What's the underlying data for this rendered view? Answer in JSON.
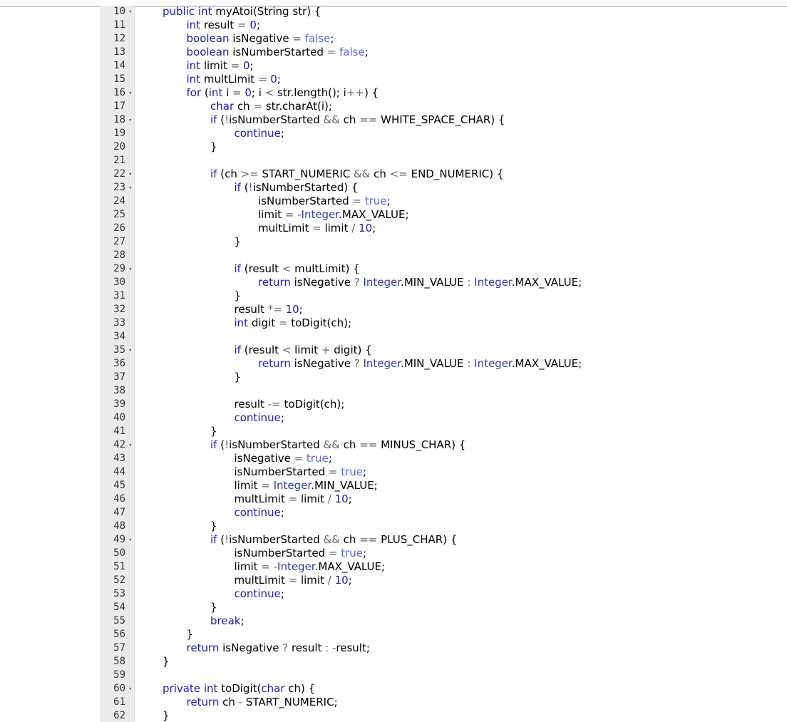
{
  "lines": [
    {
      "n": "10",
      "fold": true,
      "indent": 0,
      "tokens": [
        [
          "kw",
          "public "
        ],
        [
          "kw",
          "int "
        ],
        [
          "t",
          "myAtoi(String str) {"
        ]
      ]
    },
    {
      "n": "11",
      "fold": false,
      "indent": 1,
      "tokens": [
        [
          "kw",
          "int "
        ],
        [
          "t",
          "result "
        ],
        [
          "op",
          "= "
        ],
        [
          "num",
          "0"
        ],
        [
          "t",
          ";"
        ]
      ]
    },
    {
      "n": "12",
      "fold": false,
      "indent": 1,
      "tokens": [
        [
          "kw",
          "boolean "
        ],
        [
          "t",
          "isNegative "
        ],
        [
          "op",
          "= "
        ],
        [
          "lit",
          "false"
        ],
        [
          "t",
          ";"
        ]
      ]
    },
    {
      "n": "13",
      "fold": false,
      "indent": 1,
      "tokens": [
        [
          "kw",
          "boolean "
        ],
        [
          "t",
          "isNumberStarted "
        ],
        [
          "op",
          "= "
        ],
        [
          "lit",
          "false"
        ],
        [
          "t",
          ";"
        ]
      ]
    },
    {
      "n": "14",
      "fold": false,
      "indent": 1,
      "tokens": [
        [
          "kw",
          "int "
        ],
        [
          "t",
          "limit "
        ],
        [
          "op",
          "= "
        ],
        [
          "num",
          "0"
        ],
        [
          "t",
          ";"
        ]
      ]
    },
    {
      "n": "15",
      "fold": false,
      "indent": 1,
      "tokens": [
        [
          "kw",
          "int "
        ],
        [
          "t",
          "multLimit "
        ],
        [
          "op",
          "= "
        ],
        [
          "num",
          "0"
        ],
        [
          "t",
          ";"
        ]
      ]
    },
    {
      "n": "16",
      "fold": true,
      "indent": 1,
      "tokens": [
        [
          "kw",
          "for "
        ],
        [
          "t",
          "("
        ],
        [
          "kw",
          "int "
        ],
        [
          "t",
          "i "
        ],
        [
          "op",
          "= "
        ],
        [
          "num",
          "0"
        ],
        [
          "t",
          "; i "
        ],
        [
          "op",
          "< "
        ],
        [
          "t",
          "str.length(); i"
        ],
        [
          "op",
          "++"
        ],
        [
          "t",
          ") {"
        ]
      ]
    },
    {
      "n": "17",
      "fold": false,
      "indent": 2,
      "tokens": [
        [
          "kw",
          "char "
        ],
        [
          "t",
          "ch "
        ],
        [
          "op",
          "= "
        ],
        [
          "t",
          "str.charAt(i);"
        ]
      ]
    },
    {
      "n": "18",
      "fold": true,
      "indent": 2,
      "tokens": [
        [
          "kw",
          "if "
        ],
        [
          "t",
          "("
        ],
        [
          "op",
          "!"
        ],
        [
          "t",
          "isNumberStarted "
        ],
        [
          "op",
          "&& "
        ],
        [
          "t",
          "ch "
        ],
        [
          "op",
          "== "
        ],
        [
          "t",
          "WHITE_SPACE_CHAR) {"
        ]
      ]
    },
    {
      "n": "19",
      "fold": false,
      "indent": 3,
      "tokens": [
        [
          "kw",
          "continue"
        ],
        [
          "t",
          ";"
        ]
      ]
    },
    {
      "n": "20",
      "fold": false,
      "indent": 2,
      "tokens": [
        [
          "t",
          "}"
        ]
      ]
    },
    {
      "n": "21",
      "fold": false,
      "indent": 0,
      "tokens": []
    },
    {
      "n": "22",
      "fold": true,
      "indent": 2,
      "tokens": [
        [
          "kw",
          "if "
        ],
        [
          "t",
          "(ch "
        ],
        [
          "op",
          ">= "
        ],
        [
          "t",
          "START_NUMERIC "
        ],
        [
          "op",
          "&& "
        ],
        [
          "t",
          "ch "
        ],
        [
          "op",
          "<= "
        ],
        [
          "t",
          "END_NUMERIC) {"
        ]
      ]
    },
    {
      "n": "23",
      "fold": true,
      "indent": 3,
      "tokens": [
        [
          "kw",
          "if "
        ],
        [
          "t",
          "("
        ],
        [
          "op",
          "!"
        ],
        [
          "t",
          "isNumberStarted) {"
        ]
      ]
    },
    {
      "n": "24",
      "fold": false,
      "indent": 4,
      "tokens": [
        [
          "t",
          "isNumberStarted "
        ],
        [
          "op",
          "= "
        ],
        [
          "lit",
          "true"
        ],
        [
          "t",
          ";"
        ]
      ]
    },
    {
      "n": "25",
      "fold": false,
      "indent": 4,
      "tokens": [
        [
          "t",
          "limit "
        ],
        [
          "op",
          "= -"
        ],
        [
          "cls",
          "Integer"
        ],
        [
          "t",
          ".MAX_VALUE;"
        ]
      ]
    },
    {
      "n": "26",
      "fold": false,
      "indent": 4,
      "tokens": [
        [
          "t",
          "multLimit "
        ],
        [
          "op",
          "= "
        ],
        [
          "t",
          "limit "
        ],
        [
          "op",
          "/ "
        ],
        [
          "num",
          "10"
        ],
        [
          "t",
          ";"
        ]
      ]
    },
    {
      "n": "27",
      "fold": false,
      "indent": 3,
      "tokens": [
        [
          "t",
          "}"
        ]
      ]
    },
    {
      "n": "28",
      "fold": false,
      "indent": 0,
      "tokens": []
    },
    {
      "n": "29",
      "fold": true,
      "indent": 3,
      "tokens": [
        [
          "kw",
          "if "
        ],
        [
          "t",
          "(result "
        ],
        [
          "op",
          "< "
        ],
        [
          "t",
          "multLimit) {"
        ]
      ]
    },
    {
      "n": "30",
      "fold": false,
      "indent": 4,
      "tokens": [
        [
          "kw",
          "return "
        ],
        [
          "t",
          "isNegative "
        ],
        [
          "op",
          "? "
        ],
        [
          "cls",
          "Integer"
        ],
        [
          "t",
          ".MIN_VALUE "
        ],
        [
          "op",
          ": "
        ],
        [
          "cls",
          "Integer"
        ],
        [
          "t",
          ".MAX_VALUE;"
        ]
      ]
    },
    {
      "n": "31",
      "fold": false,
      "indent": 3,
      "tokens": [
        [
          "t",
          "}"
        ]
      ]
    },
    {
      "n": "32",
      "fold": false,
      "indent": 3,
      "tokens": [
        [
          "t",
          "result "
        ],
        [
          "op",
          "*= "
        ],
        [
          "num",
          "10"
        ],
        [
          "t",
          ";"
        ]
      ]
    },
    {
      "n": "33",
      "fold": false,
      "indent": 3,
      "tokens": [
        [
          "kw",
          "int "
        ],
        [
          "t",
          "digit "
        ],
        [
          "op",
          "= "
        ],
        [
          "t",
          "toDigit(ch);"
        ]
      ]
    },
    {
      "n": "34",
      "fold": false,
      "indent": 0,
      "tokens": []
    },
    {
      "n": "35",
      "fold": true,
      "indent": 3,
      "tokens": [
        [
          "kw",
          "if "
        ],
        [
          "t",
          "(result "
        ],
        [
          "op",
          "< "
        ],
        [
          "t",
          "limit "
        ],
        [
          "op",
          "+ "
        ],
        [
          "t",
          "digit) {"
        ]
      ]
    },
    {
      "n": "36",
      "fold": false,
      "indent": 4,
      "tokens": [
        [
          "kw",
          "return "
        ],
        [
          "t",
          "isNegative "
        ],
        [
          "op",
          "? "
        ],
        [
          "cls",
          "Integer"
        ],
        [
          "t",
          ".MIN_VALUE "
        ],
        [
          "op",
          ": "
        ],
        [
          "cls",
          "Integer"
        ],
        [
          "t",
          ".MAX_VALUE;"
        ]
      ]
    },
    {
      "n": "37",
      "fold": false,
      "indent": 3,
      "tokens": [
        [
          "t",
          "}"
        ]
      ]
    },
    {
      "n": "38",
      "fold": false,
      "indent": 0,
      "tokens": []
    },
    {
      "n": "39",
      "fold": false,
      "indent": 3,
      "tokens": [
        [
          "t",
          "result "
        ],
        [
          "op",
          "-= "
        ],
        [
          "t",
          "toDigit(ch);"
        ]
      ]
    },
    {
      "n": "40",
      "fold": false,
      "indent": 3,
      "tokens": [
        [
          "kw",
          "continue"
        ],
        [
          "t",
          ";"
        ]
      ]
    },
    {
      "n": "41",
      "fold": false,
      "indent": 2,
      "tokens": [
        [
          "t",
          "}"
        ]
      ]
    },
    {
      "n": "42",
      "fold": true,
      "indent": 2,
      "tokens": [
        [
          "kw",
          "if "
        ],
        [
          "t",
          "("
        ],
        [
          "op",
          "!"
        ],
        [
          "t",
          "isNumberStarted "
        ],
        [
          "op",
          "&& "
        ],
        [
          "t",
          "ch "
        ],
        [
          "op",
          "== "
        ],
        [
          "t",
          "MINUS_CHAR) {"
        ]
      ]
    },
    {
      "n": "43",
      "fold": false,
      "indent": 3,
      "tokens": [
        [
          "t",
          "isNegative "
        ],
        [
          "op",
          "= "
        ],
        [
          "lit",
          "true"
        ],
        [
          "t",
          ";"
        ]
      ]
    },
    {
      "n": "44",
      "fold": false,
      "indent": 3,
      "tokens": [
        [
          "t",
          "isNumberStarted "
        ],
        [
          "op",
          "= "
        ],
        [
          "lit",
          "true"
        ],
        [
          "t",
          ";"
        ]
      ]
    },
    {
      "n": "45",
      "fold": false,
      "indent": 3,
      "tokens": [
        [
          "t",
          "limit "
        ],
        [
          "op",
          "= "
        ],
        [
          "cls",
          "Integer"
        ],
        [
          "t",
          ".MIN_VALUE;"
        ]
      ]
    },
    {
      "n": "46",
      "fold": false,
      "indent": 3,
      "tokens": [
        [
          "t",
          "multLimit "
        ],
        [
          "op",
          "= "
        ],
        [
          "t",
          "limit "
        ],
        [
          "op",
          "/ "
        ],
        [
          "num",
          "10"
        ],
        [
          "t",
          ";"
        ]
      ]
    },
    {
      "n": "47",
      "fold": false,
      "indent": 3,
      "tokens": [
        [
          "kw",
          "continue"
        ],
        [
          "t",
          ";"
        ]
      ]
    },
    {
      "n": "48",
      "fold": false,
      "indent": 2,
      "tokens": [
        [
          "t",
          "}"
        ]
      ]
    },
    {
      "n": "49",
      "fold": true,
      "indent": 2,
      "tokens": [
        [
          "kw",
          "if "
        ],
        [
          "t",
          "("
        ],
        [
          "op",
          "!"
        ],
        [
          "t",
          "isNumberStarted "
        ],
        [
          "op",
          "&& "
        ],
        [
          "t",
          "ch "
        ],
        [
          "op",
          "== "
        ],
        [
          "t",
          "PLUS_CHAR) {"
        ]
      ]
    },
    {
      "n": "50",
      "fold": false,
      "indent": 3,
      "tokens": [
        [
          "t",
          "isNumberStarted "
        ],
        [
          "op",
          "= "
        ],
        [
          "lit",
          "true"
        ],
        [
          "t",
          ";"
        ]
      ]
    },
    {
      "n": "51",
      "fold": false,
      "indent": 3,
      "tokens": [
        [
          "t",
          "limit "
        ],
        [
          "op",
          "= -"
        ],
        [
          "cls",
          "Integer"
        ],
        [
          "t",
          ".MAX_VALUE;"
        ]
      ]
    },
    {
      "n": "52",
      "fold": false,
      "indent": 3,
      "tokens": [
        [
          "t",
          "multLimit "
        ],
        [
          "op",
          "= "
        ],
        [
          "t",
          "limit "
        ],
        [
          "op",
          "/ "
        ],
        [
          "num",
          "10"
        ],
        [
          "t",
          ";"
        ]
      ]
    },
    {
      "n": "53",
      "fold": false,
      "indent": 3,
      "tokens": [
        [
          "kw",
          "continue"
        ],
        [
          "t",
          ";"
        ]
      ]
    },
    {
      "n": "54",
      "fold": false,
      "indent": 2,
      "tokens": [
        [
          "t",
          "}"
        ]
      ]
    },
    {
      "n": "55",
      "fold": false,
      "indent": 2,
      "tokens": [
        [
          "kw",
          "break"
        ],
        [
          "t",
          ";"
        ]
      ]
    },
    {
      "n": "56",
      "fold": false,
      "indent": 1,
      "tokens": [
        [
          "t",
          "}"
        ]
      ]
    },
    {
      "n": "57",
      "fold": false,
      "indent": 1,
      "tokens": [
        [
          "kw",
          "return "
        ],
        [
          "t",
          "isNegative "
        ],
        [
          "op",
          "? "
        ],
        [
          "t",
          "result "
        ],
        [
          "op",
          ": -"
        ],
        [
          "t",
          "result;"
        ]
      ]
    },
    {
      "n": "58",
      "fold": false,
      "indent": 0,
      "tokens": [
        [
          "t",
          "}"
        ]
      ]
    },
    {
      "n": "59",
      "fold": false,
      "indent": 0,
      "tokens": []
    },
    {
      "n": "60",
      "fold": true,
      "indent": 0,
      "tokens": [
        [
          "kw",
          "private "
        ],
        [
          "kw",
          "int "
        ],
        [
          "t",
          "toDigit("
        ],
        [
          "kw",
          "char "
        ],
        [
          "t",
          "ch) {"
        ]
      ]
    },
    {
      "n": "61",
      "fold": false,
      "indent": 1,
      "tokens": [
        [
          "kw",
          "return "
        ],
        [
          "t",
          "ch "
        ],
        [
          "op",
          "- "
        ],
        [
          "t",
          "START_NUMERIC;"
        ]
      ]
    },
    {
      "n": "62",
      "fold": false,
      "indent": 0,
      "tokens": [
        [
          "t",
          "}"
        ]
      ]
    }
  ],
  "fold_glyph": "▾"
}
